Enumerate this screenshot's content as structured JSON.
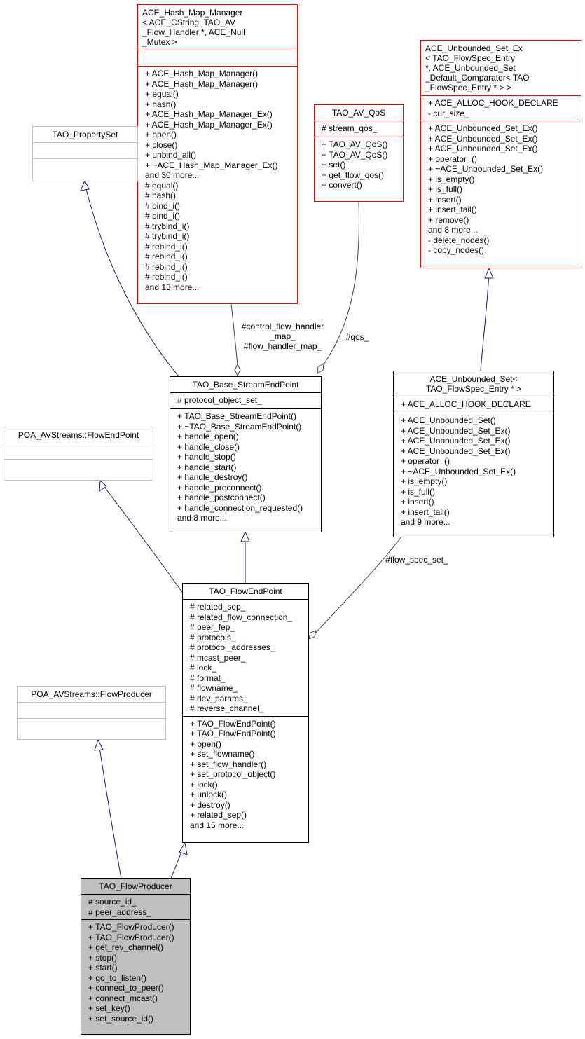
{
  "classes": {
    "hash_map_manager": {
      "title": "ACE_Hash_Map_Manager\n< ACE_CString, TAO_AV\n_Flow_Handler *, ACE_Null\n_Mutex >",
      "attrs": [],
      "ops": [
        "+ ACE_Hash_Map_Manager()",
        "+ ACE_Hash_Map_Manager()",
        "+ equal()",
        "+ hash()",
        "+ ACE_Hash_Map_Manager_Ex()",
        "+ ACE_Hash_Map_Manager_Ex()",
        "+ open()",
        "+ close()",
        "+ unbind_all()",
        "+ ~ACE_Hash_Map_Manager_Ex()",
        "and 30 more...",
        "# equal()",
        "# hash()",
        "# bind_i()",
        "# bind_i()",
        "# trybind_i()",
        "# trybind_i()",
        "# rebind_i()",
        "# rebind_i()",
        "# rebind_i()",
        "# rebind_i()",
        "and 13 more..."
      ]
    },
    "property_set": {
      "title": "TAO_PropertySet",
      "attrs": [],
      "ops": []
    },
    "av_qos": {
      "title": "TAO_AV_QoS",
      "attrs": [
        "# stream_qos_"
      ],
      "ops": [
        "+ TAO_AV_QoS()",
        "+ TAO_AV_QoS()",
        "+ set()",
        "+ get_flow_qos()",
        "+ convert()"
      ]
    },
    "unbounded_set_ex": {
      "title": "ACE_Unbounded_Set_Ex\n< TAO_FlowSpec_Entry\n *, ACE_Unbounded_Set\n_Default_Comparator< TAO\n_FlowSpec_Entry * > >",
      "attrs": [
        "+ ACE_ALLOC_HOOK_DECLARE",
        "- cur_size_"
      ],
      "ops": [
        "+ ACE_Unbounded_Set_Ex()",
        "+ ACE_Unbounded_Set_Ex()",
        "+ ACE_Unbounded_Set_Ex()",
        "+ operator=()",
        "+ ~ACE_Unbounded_Set_Ex()",
        "+ is_empty()",
        "+ is_full()",
        "+ insert()",
        "+ insert_tail()",
        "+ remove()",
        "and 8 more...",
        "- delete_nodes()",
        "- copy_nodes()"
      ]
    },
    "base_stream_endpoint": {
      "title": "TAO_Base_StreamEndPoint",
      "attrs": [
        "# protocol_object_set_"
      ],
      "ops": [
        "+ TAO_Base_StreamEndPoint()",
        "+ ~TAO_Base_StreamEndPoint()",
        "+ handle_open()",
        "+ handle_close()",
        "+ handle_stop()",
        "+ handle_start()",
        "+ handle_destroy()",
        "+ handle_preconnect()",
        "+ handle_postconnect()",
        "+ handle_connection_requested()",
        "and 8 more..."
      ]
    },
    "unbounded_set": {
      "title": "ACE_Unbounded_Set<\nTAO_FlowSpec_Entry * >",
      "attrs": [
        "+ ACE_ALLOC_HOOK_DECLARE"
      ],
      "ops": [
        "+ ACE_Unbounded_Set()",
        "+ ACE_Unbounded_Set_Ex()",
        "+ ACE_Unbounded_Set_Ex()",
        "+ ACE_Unbounded_Set_Ex()",
        "+ operator=()",
        "+ ~ACE_Unbounded_Set_Ex()",
        "+ is_empty()",
        "+ is_full()",
        "+ insert()",
        "+ insert_tail()",
        "and 9 more..."
      ]
    },
    "poa_flow_endpoint": {
      "title": "POA_AVStreams::FlowEndPoint",
      "attrs": [],
      "ops": []
    },
    "flow_endpoint": {
      "title": "TAO_FlowEndPoint",
      "attrs": [
        "# related_sep_",
        "# related_flow_connection_",
        "# peer_fep_",
        "# protocols_",
        "# protocol_addresses_",
        "# mcast_peer_",
        "# lock_",
        "# format_",
        "# flowname_",
        "# dev_params_",
        "# reverse_channel_"
      ],
      "ops": [
        "+ TAO_FlowEndPoint()",
        "+ TAO_FlowEndPoint()",
        "+ open()",
        "+ set_flowname()",
        "+ set_flow_handler()",
        "+ set_protocol_object()",
        "+ lock()",
        "+ unlock()",
        "+ destroy()",
        "+ related_sep()",
        "and 15 more..."
      ]
    },
    "poa_flow_producer": {
      "title": "POA_AVStreams::FlowProducer",
      "attrs": [],
      "ops": []
    },
    "flow_producer": {
      "title": "TAO_FlowProducer",
      "attrs": [
        "# source_id_",
        "# peer_address_"
      ],
      "ops": [
        "+ TAO_FlowProducer()",
        "+ TAO_FlowProducer()",
        "+ get_rev_channel()",
        "+ stop()",
        "+ start()",
        "+ go_to_listen()",
        "+ connect_to_peer()",
        "+ connect_mcast()",
        "+ set_key()",
        "+ set_source_id()"
      ]
    }
  },
  "edge_labels": {
    "handler_maps": "#control_flow_handler\n_map_\n#flow_handler_map_",
    "qos": "#qos_",
    "flow_spec_set": "#flow_spec_set_"
  },
  "colors": {
    "inheritance_edge": "#191970",
    "usage_edge": "#404040",
    "template_border": "#ff0000",
    "external_border": "#bfbfbf",
    "current_fill": "#bfbfbf"
  }
}
